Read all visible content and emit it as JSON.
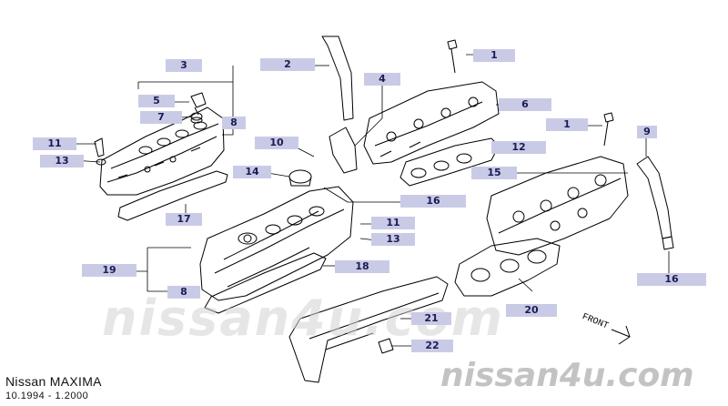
{
  "callouts": [
    {
      "id": "c1a",
      "text": "1"
    },
    {
      "id": "c1b",
      "text": "1"
    },
    {
      "id": "c2",
      "text": "2"
    },
    {
      "id": "c3",
      "text": "3"
    },
    {
      "id": "c4",
      "text": "4"
    },
    {
      "id": "c5",
      "text": "5"
    },
    {
      "id": "c6",
      "text": "6"
    },
    {
      "id": "c7",
      "text": "7"
    },
    {
      "id": "c8a",
      "text": "8"
    },
    {
      "id": "c8b",
      "text": "8"
    },
    {
      "id": "c9",
      "text": "9"
    },
    {
      "id": "c10",
      "text": "10"
    },
    {
      "id": "c11a",
      "text": "11"
    },
    {
      "id": "c11b",
      "text": "11"
    },
    {
      "id": "c12",
      "text": "12"
    },
    {
      "id": "c13a",
      "text": "13"
    },
    {
      "id": "c13b",
      "text": "13"
    },
    {
      "id": "c14",
      "text": "14"
    },
    {
      "id": "c15",
      "text": "15"
    },
    {
      "id": "c16a",
      "text": "16"
    },
    {
      "id": "c16b",
      "text": "16"
    },
    {
      "id": "c17",
      "text": "17"
    },
    {
      "id": "c18",
      "text": "18"
    },
    {
      "id": "c19",
      "text": "19"
    },
    {
      "id": "c20",
      "text": "20"
    },
    {
      "id": "c21",
      "text": "21"
    },
    {
      "id": "c22",
      "text": "22"
    }
  ],
  "footer": {
    "model": "Nissan MAXIMA",
    "dates": "10.1994 - 1.2000"
  },
  "direction_label": "FRONT",
  "watermarks": {
    "center": "nissan4u.com",
    "corner": "nissan4u.com"
  },
  "colors": {
    "callout_bg": "#c9cbe6",
    "callout_text": "#1b1b55",
    "line": "#000000"
  }
}
